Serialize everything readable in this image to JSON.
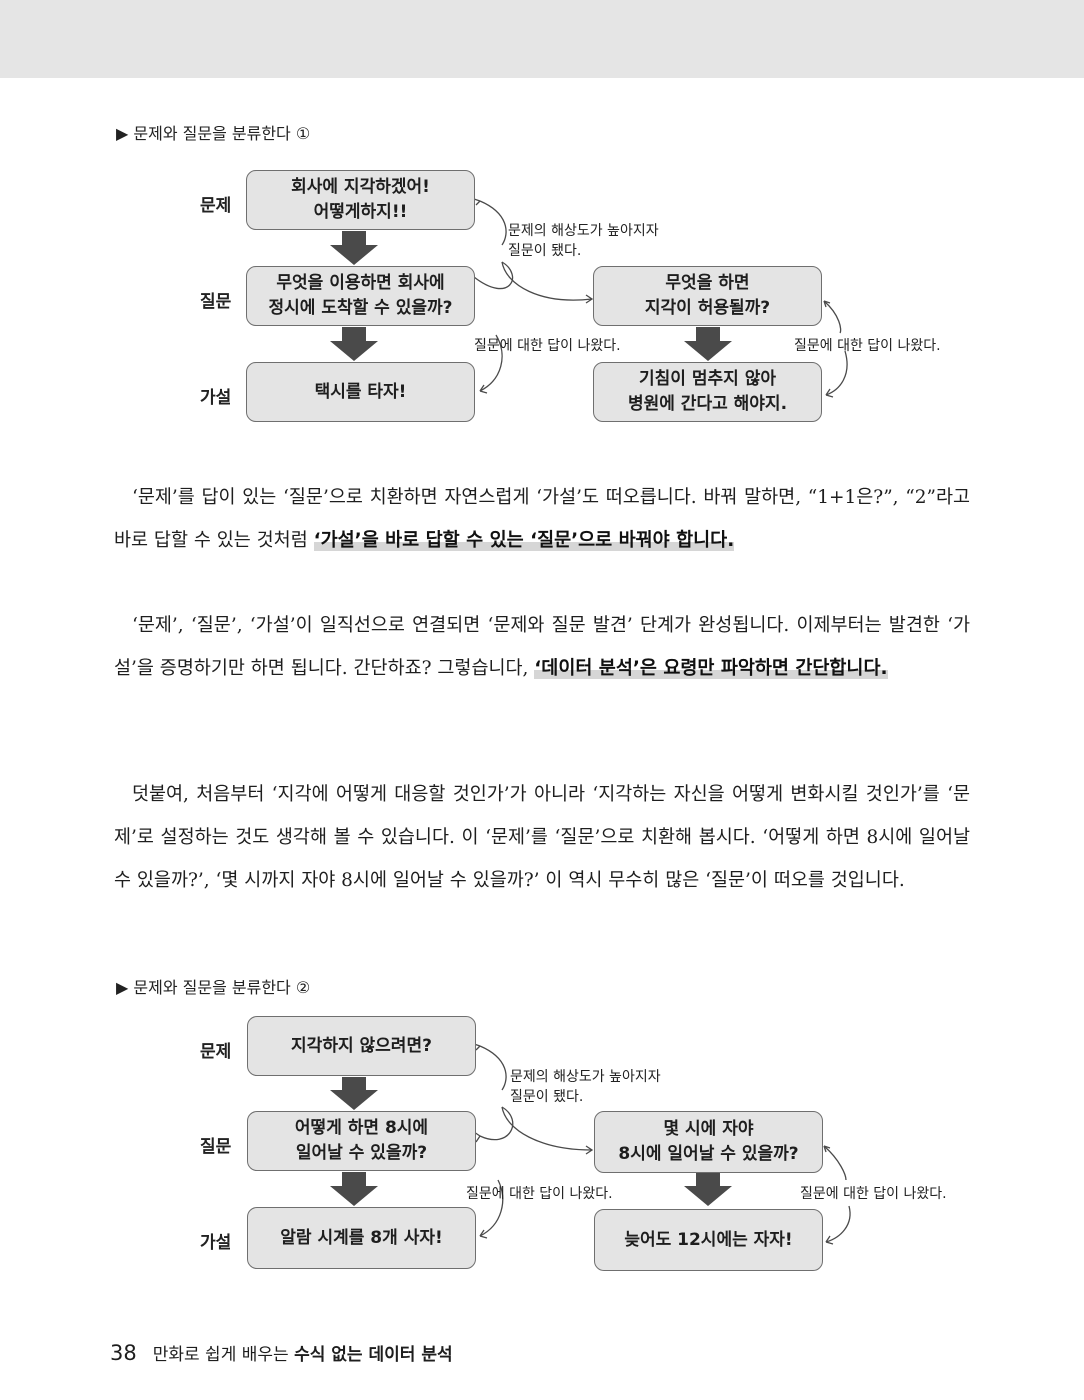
{
  "caption1": "▶ 문제와 질문을 분류한다 ①",
  "caption2": "▶ 문제와 질문을 분류한다 ②",
  "diagram1": {
    "row_problem": "문제",
    "row_question": "질문",
    "row_hypothesis": "가설",
    "box_problem": "회사에 지각하겠어!\n어떻게하지!!",
    "box_question_left": "무엇을 이용하면 회사에\n정시에 도착할 수 있을까?",
    "box_hypothesis_left": "택시를 타자!",
    "box_question_right": "무엇을 하면\n지각이 허용될까?",
    "box_hypothesis_right": "기침이 멈추지 않아\n병원에 간다고 해야지.",
    "note_resolution": "문제의 해상도가 높아지자\n질문이 됐다.",
    "note_answer_left": "질문에 대한 답이 나왔다.",
    "note_answer_right": "질문에 대한 답이 나왔다."
  },
  "diagram2": {
    "row_problem": "문제",
    "row_question": "질문",
    "row_hypothesis": "가설",
    "box_problem": "지각하지 않으려면?",
    "box_question_left": "어떻게 하면 8시에\n일어날 수 있을까?",
    "box_hypothesis_left": "알람 시계를 8개 사자!",
    "box_question_right": "몇 시에 자야\n8시에 일어날 수 있을까?",
    "box_hypothesis_right": "늦어도 12시에는 자자!",
    "note_resolution": "문제의 해상도가 높아지자\n질문이 됐다.",
    "note_answer_left": "질문에 대한 답이 나왔다.",
    "note_answer_right": "질문에 대한 답이 나왔다."
  },
  "para1": {
    "text": "‘문제’를 답이 있는 ‘질문’으로 치환하면 자연스럽게 ‘가설’도 떠오릅니다. 바꿔 말하면, “1+1은?”, “2”라고 바로 답할 수 있는 것처럼 ",
    "highlight": "‘가설’을 바로 답할 수 있는 ‘질문’으로 바꿔야 합니다."
  },
  "para2": {
    "text": "‘문제’, ‘질문’, ‘가설’이 일직선으로 연결되면 ‘문제와 질문 발견’ 단계가 완성됩니다. 이제부터는 발견한 ‘가설’을 증명하기만 하면 됩니다. 간단하죠? 그렇습니다, ",
    "highlight": "‘데이터 분석’은 요령만 파악하면 간단합니다."
  },
  "para3": {
    "text": "덧붙여, 처음부터 ‘지각에 어떻게 대응할 것인가’가 아니라 ‘지각하는 자신을 어떻게 변화시킬 것인가’를 ‘문제’로 설정하는 것도 생각해 볼 수 있습니다. 이 ‘문제’를 ‘질문’으로 치환해 봅시다. ‘어떻게 하면 8시에 일어날 수 있을까?’, ‘몇 시까지 자야 8시에 일어날 수 있을까?’ 이 역시 무수히 많은 ‘질문’이 떠오를 것입니다."
  },
  "footer": {
    "page_number": "38",
    "book_title_plain": "만화로 쉽게 배우는 ",
    "book_title_bold": "수식 없는 데이터 분석"
  }
}
